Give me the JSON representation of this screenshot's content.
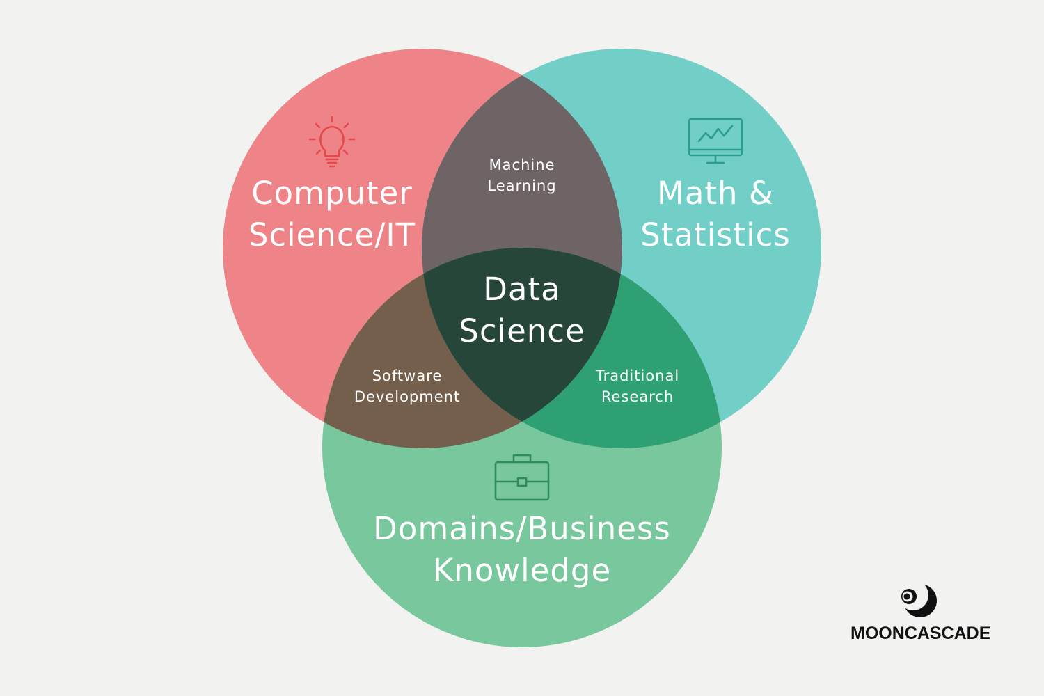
{
  "diagram": {
    "sets": [
      {
        "id": "cs",
        "lines": [
          "Computer",
          "Science/IT"
        ],
        "color": "#ec6e72",
        "icon": "lightbulb-icon"
      },
      {
        "id": "math",
        "lines": [
          "Math &",
          "Statistics"
        ],
        "color": "#52c3ba",
        "icon": "chart-monitor-icon"
      },
      {
        "id": "domain",
        "lines": [
          "Domains/Business",
          "Knowledge"
        ],
        "color": "#4fb580",
        "icon": "briefcase-icon"
      }
    ],
    "intersections": {
      "cs_math": [
        "Machine",
        "Learning"
      ],
      "cs_domain": [
        "Software",
        "Development"
      ],
      "math_domain": [
        "Traditional",
        "Research"
      ],
      "center": [
        "Data",
        "Science"
      ]
    }
  },
  "colors": {
    "background": "#f2f2f0",
    "icon_red": "#e8474c",
    "icon_teal": "#2a9c94",
    "icon_green": "#2d8c5a",
    "logo": "#111111"
  },
  "logo": {
    "text": "MOONCASCADE",
    "icon": "mooncascade-logo-icon"
  }
}
